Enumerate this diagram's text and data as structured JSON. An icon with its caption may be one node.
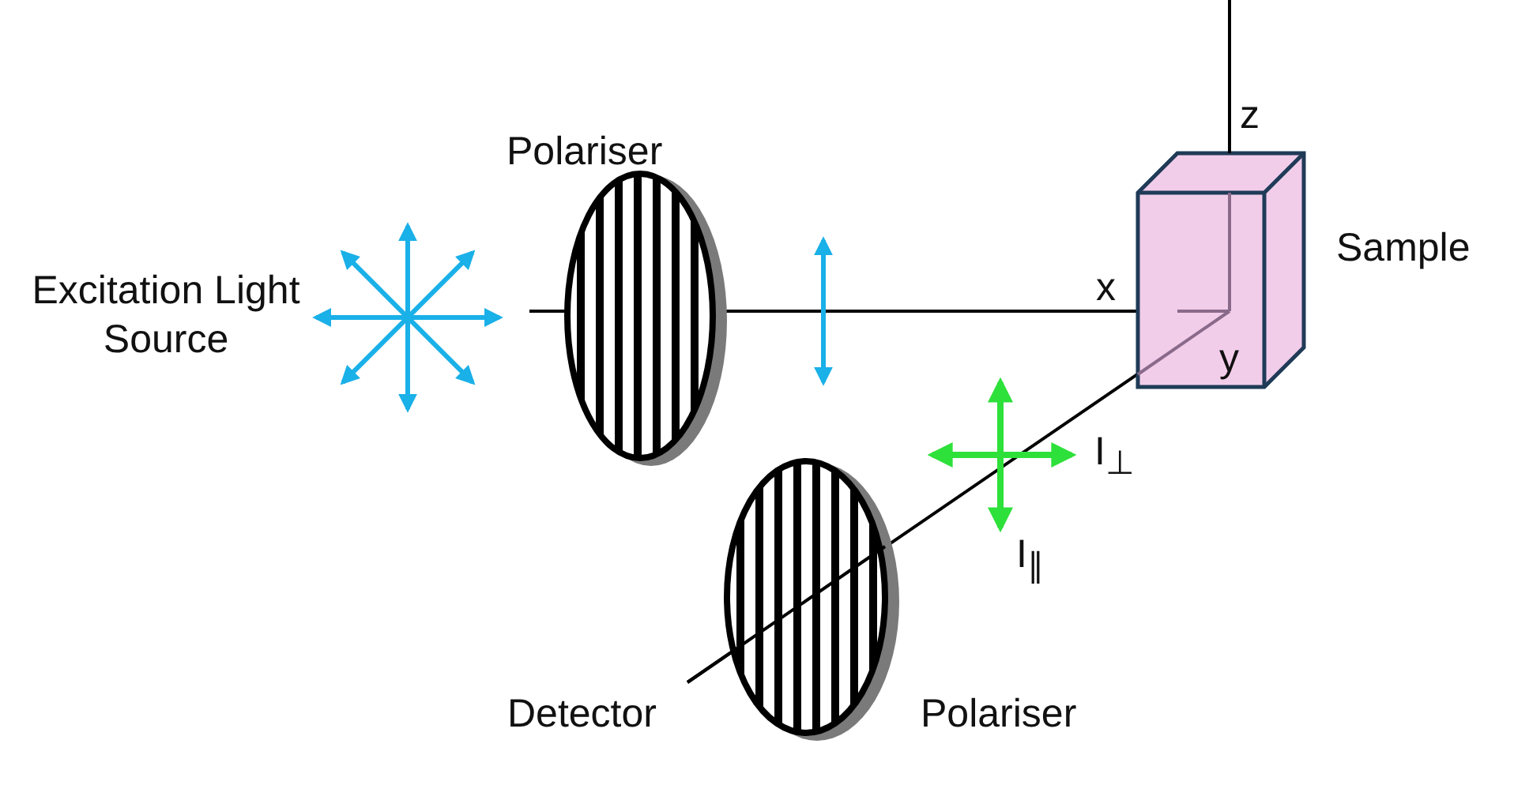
{
  "diagram": {
    "labels": [
      "Polariser",
      "Excitation Light Source",
      "x",
      "z",
      "Sample",
      "y",
      "I$_{⊥}$",
      "I$_{∥}$",
      "Detector",
      "Polariser"
    ]
  }
}
